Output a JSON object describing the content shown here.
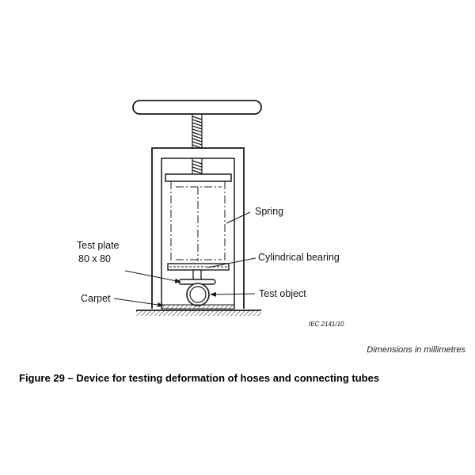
{
  "diagram": {
    "labels": {
      "spring": "Spring",
      "test_plate_line1": "Test plate",
      "test_plate_line2": "80 x 80",
      "cylindrical_bearing": "Cylindrical bearing",
      "carpet": "Carpet",
      "test_object": "Test object"
    },
    "figure_code": "IEC  2141/10"
  },
  "units_note": "Dimensions in millimetres",
  "caption": "Figure 29 – Device for testing deformation of hoses and connecting tubes",
  "colors": {
    "ink": "#1a1a1a"
  }
}
